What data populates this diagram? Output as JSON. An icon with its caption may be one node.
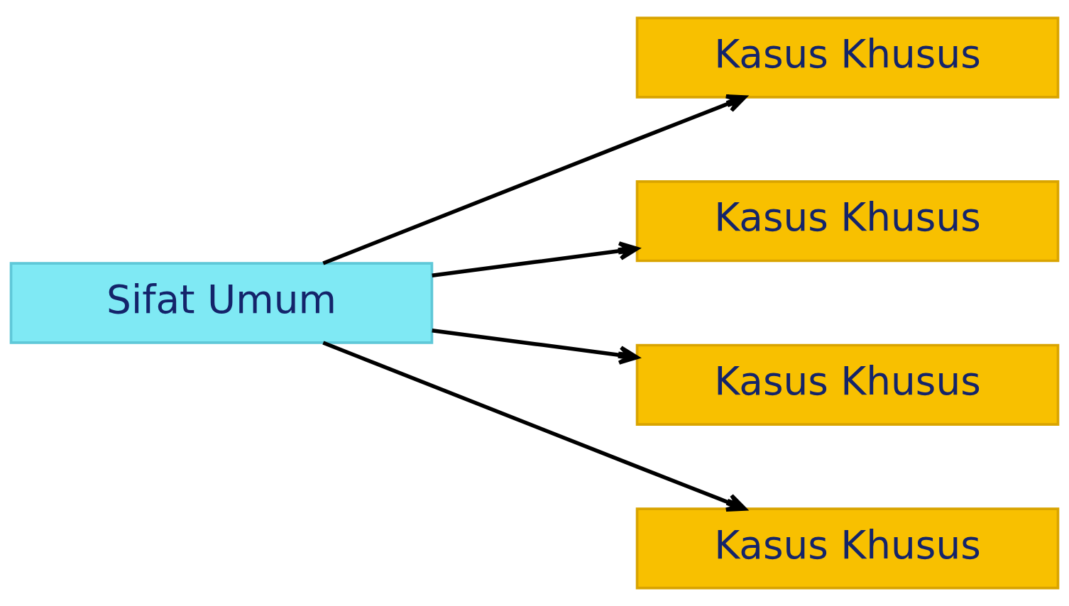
{
  "diagram": {
    "nodes": [
      {
        "text": [
          "Sifat Umum"
        ]
      },
      {
        "text": [
          "Kasus Khusus"
        ]
      },
      {
        "text": [
          "Kasus Khusus"
        ]
      },
      {
        "text": [
          "Kasus Khusus"
        ]
      },
      {
        "text": [
          "Kasus Khusus"
        ]
      }
    ],
    "edges": [
      {
        "from": 0,
        "to": 1,
        "arrow": "to"
      },
      {
        "from": 0,
        "to": 2,
        "arrow": "to"
      },
      {
        "from": 0,
        "to": 3,
        "arrow": "to"
      },
      {
        "from": 0,
        "to": 4,
        "arrow": "to"
      }
    ]
  }
}
